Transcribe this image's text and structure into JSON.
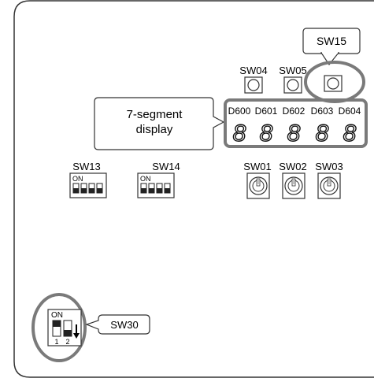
{
  "pushbuttons": [
    {
      "label": "SW04"
    },
    {
      "label": "SW05"
    },
    {
      "label": "SW15"
    }
  ],
  "seven_segment": {
    "callout": [
      "7-segment",
      "display"
    ],
    "digits": [
      "D600",
      "D601",
      "D602",
      "D603",
      "D604"
    ],
    "glyph": "8"
  },
  "dip_switches": [
    {
      "label": "SW13",
      "on_text": "ON",
      "positions": 4
    },
    {
      "label": "SW14",
      "on_text": "ON",
      "positions": 4
    }
  ],
  "rotary_switches": [
    {
      "label": "SW01"
    },
    {
      "label": "SW02"
    },
    {
      "label": "SW03"
    }
  ],
  "sw30": {
    "label": "SW30",
    "on_text": "ON",
    "position_numbers": [
      "1",
      "2"
    ]
  },
  "colors": {
    "highlight": "#7a7a7a",
    "outline": "#333333",
    "text": "#000000"
  }
}
